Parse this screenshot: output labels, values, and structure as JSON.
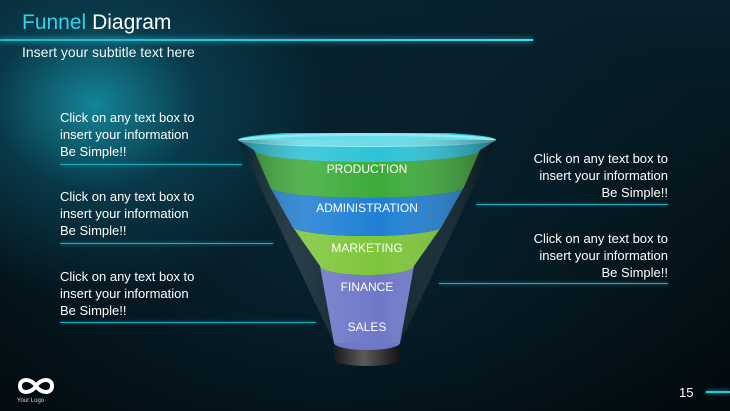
{
  "slide": {
    "title_accent": "Funnel",
    "title_main": "Diagram",
    "subtitle": "Insert your subtitle text here",
    "page_number": "15",
    "logo_text": "Your Logo"
  },
  "funnel": {
    "levels": [
      {
        "label": "PRODUCTION",
        "color": "#2cc3d6"
      },
      {
        "label": "ADMINISTRATION",
        "color": "#3dab3a"
      },
      {
        "label": "MARKETING",
        "color": "#1f7fd4"
      },
      {
        "label": "FINANCE",
        "color": "#7dc63a"
      },
      {
        "label": "SALES",
        "color": "#6f78c8"
      }
    ]
  },
  "text_boxes": {
    "left": [
      {
        "line1": "Click on any text box to",
        "line2": "insert your information",
        "line3": "Be Simple!!"
      },
      {
        "line1": "Click on any text box to",
        "line2": "insert your information",
        "line3": "Be Simple!!"
      },
      {
        "line1": "Click on any text box to",
        "line2": "insert your information",
        "line3": "Be Simple!!"
      }
    ],
    "right": [
      {
        "line1": "Click on any text box to",
        "line2": "insert your information",
        "line3": "Be Simple!!"
      },
      {
        "line1": "Click on any text box to",
        "line2": "insert your information",
        "line3": "Be Simple!!"
      }
    ]
  },
  "colors": {
    "accent": "#34d3ea",
    "connector": "#1fa9bb"
  }
}
